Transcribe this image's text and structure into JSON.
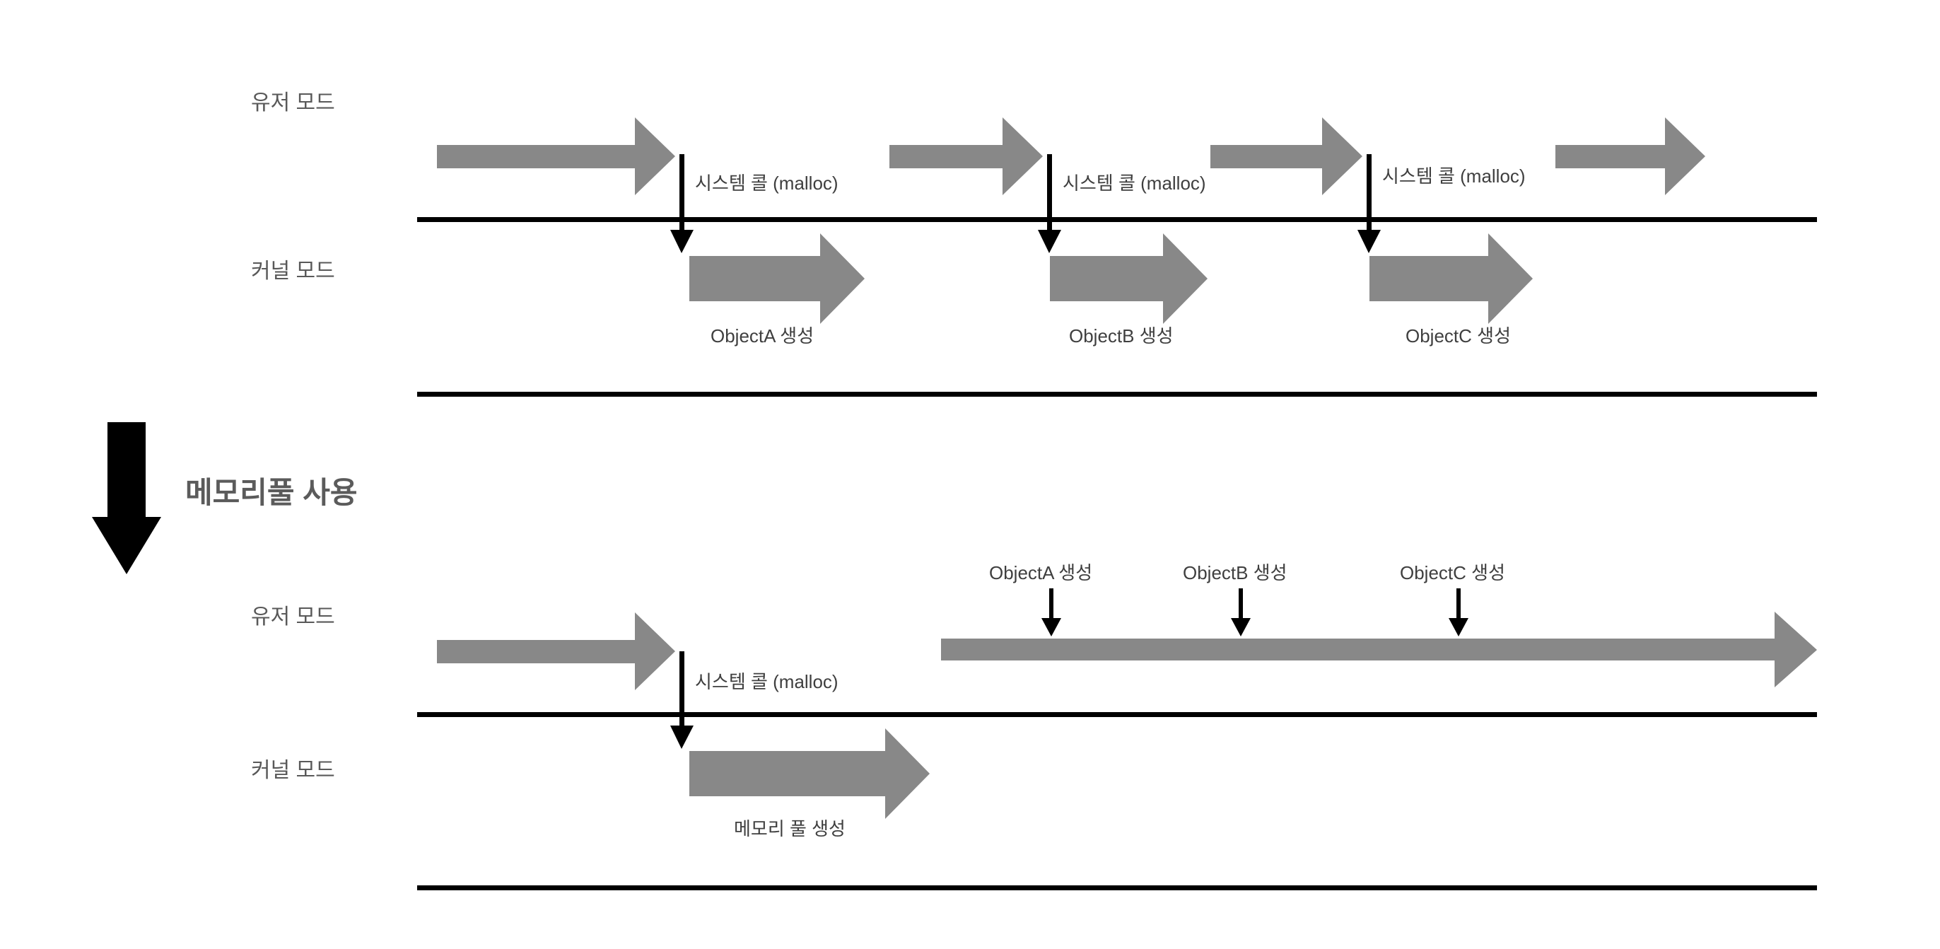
{
  "diagram": {
    "title_text": "메모리풀 사용",
    "colors": {
      "arrow_gray": "#888888",
      "line_black": "#000000",
      "label_gray": "#595959",
      "text_dark": "#3f3f3f",
      "title_gray": "#5b5b5b",
      "background": "#ffffff"
    },
    "top_section": {
      "lane_user_label": "유저 모드",
      "lane_kernel_label": "커널 모드",
      "syscall_labels": [
        "시스템 콜 (malloc)",
        "시스템 콜 (malloc)",
        "시스템 콜 (malloc)"
      ],
      "kernel_work_labels": [
        "ObjectA 생성",
        "ObjectB 생성",
        "ObjectC 생성"
      ]
    },
    "bottom_section": {
      "lane_user_label": "유저 모드",
      "lane_kernel_label": "커널 모드",
      "syscall_labels": [
        "시스템 콜 (malloc)"
      ],
      "kernel_work_labels": [
        "메모리 풀 생성"
      ],
      "user_event_labels": [
        "ObjectA 생성",
        "ObjectB 생성",
        "ObjectC 생성"
      ]
    }
  }
}
